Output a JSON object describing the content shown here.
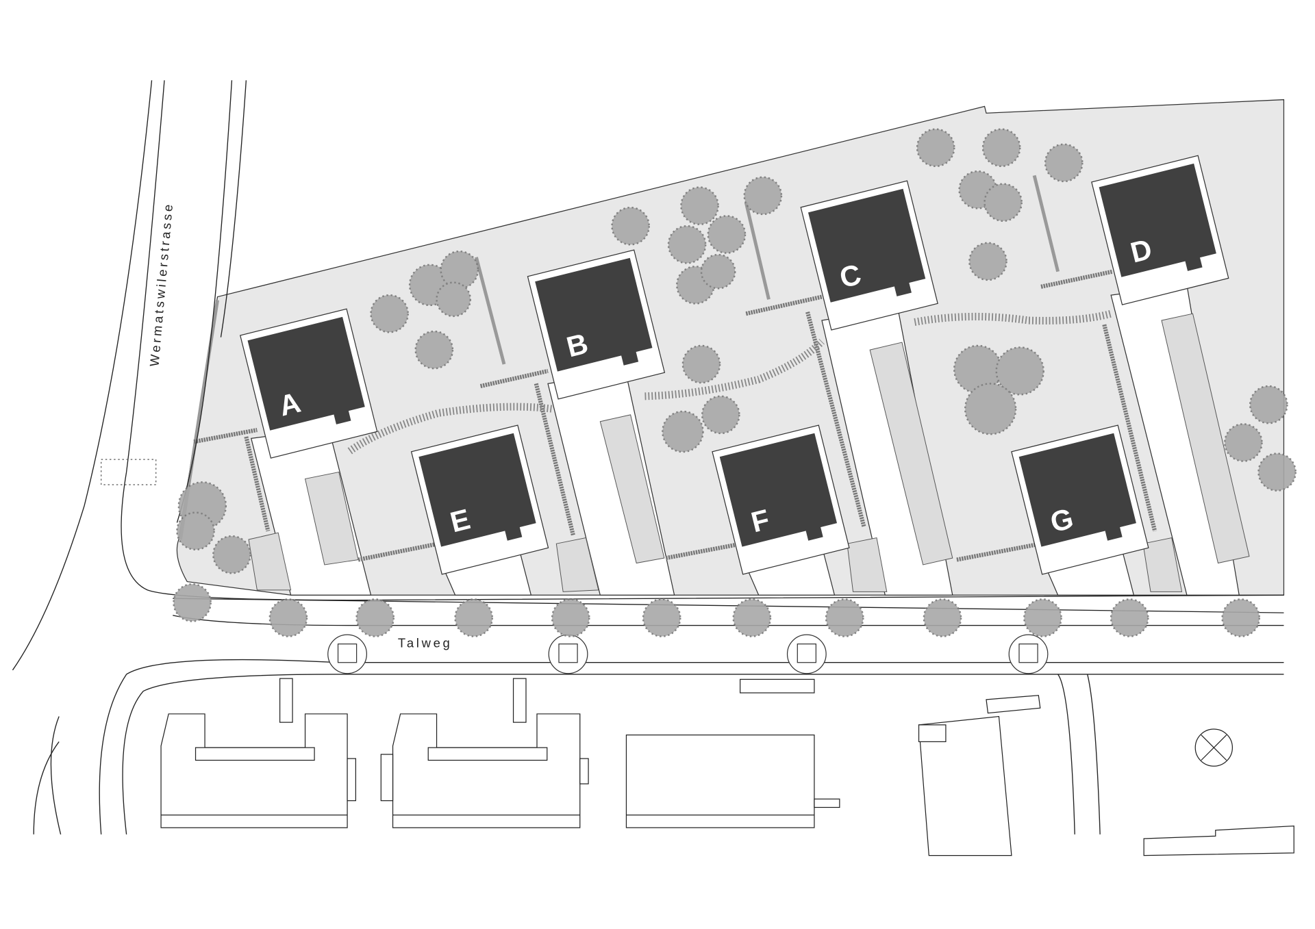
{
  "plan": {
    "buildings": [
      {
        "id": "A",
        "label": "A"
      },
      {
        "id": "B",
        "label": "B"
      },
      {
        "id": "C",
        "label": "C"
      },
      {
        "id": "D",
        "label": "D"
      },
      {
        "id": "E",
        "label": "E"
      },
      {
        "id": "F",
        "label": "F"
      },
      {
        "id": "G",
        "label": "G"
      }
    ],
    "streets": {
      "main": "Wermatswilerstrasse",
      "lower": "Talweg"
    },
    "colors": {
      "site": "#e8e8e8",
      "building": "#404040",
      "tree": "#9c9c9c",
      "parking": "#dcdcdc"
    }
  }
}
